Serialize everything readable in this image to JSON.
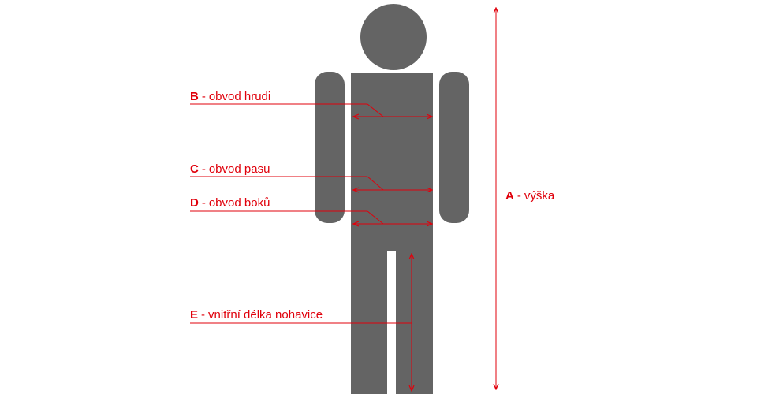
{
  "colors": {
    "figure": "#646464",
    "accent": "#e0000b",
    "background": "#ffffff"
  },
  "measurements": [
    {
      "id": "a",
      "letter": "A",
      "separator": "-",
      "text": "výška"
    },
    {
      "id": "b",
      "letter": "B",
      "separator": "-",
      "text": "obvod hrudi"
    },
    {
      "id": "c",
      "letter": "C",
      "separator": "-",
      "text": "obvod pasu"
    },
    {
      "id": "d",
      "letter": "D",
      "separator": "-",
      "text": "obvod boků"
    },
    {
      "id": "e",
      "letter": "E",
      "separator": "-",
      "text": "vnitřní délka nohavice"
    }
  ]
}
